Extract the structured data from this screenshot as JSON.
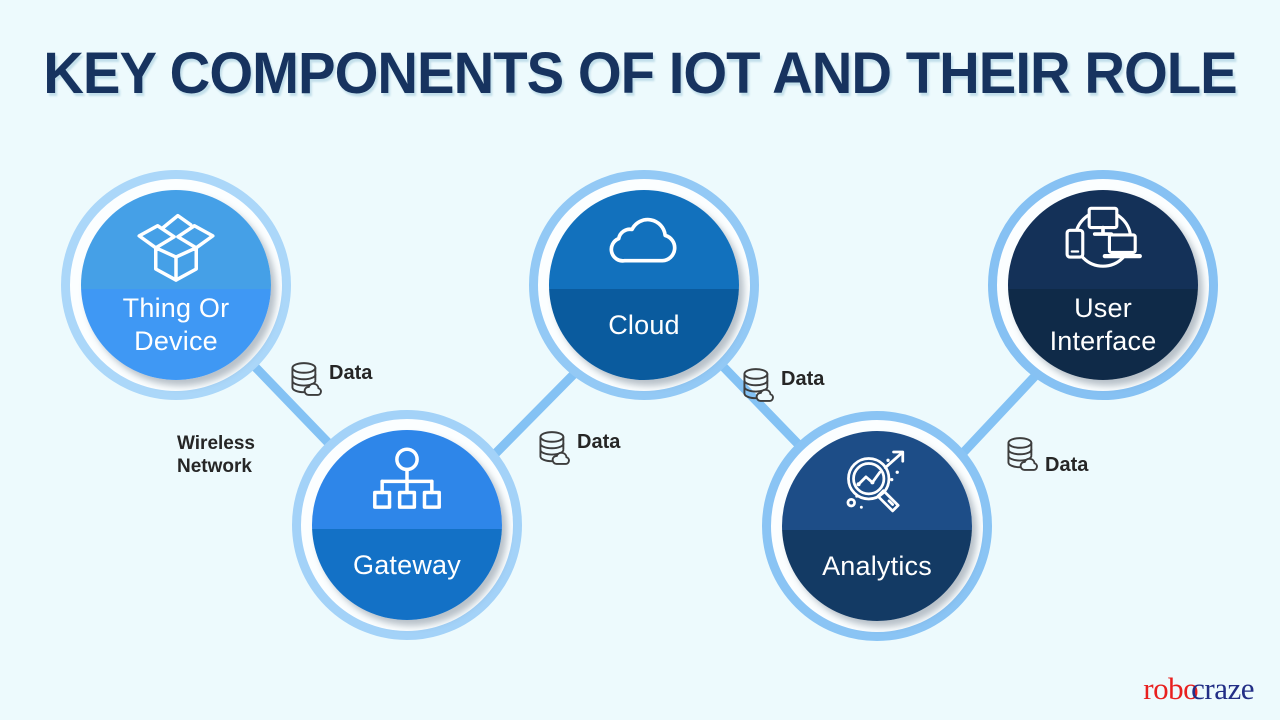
{
  "title": "KEY COMPONENTS OF IOT AND THEIR ROLE",
  "colors": {
    "background": "#edfafd",
    "title": "#17335f",
    "connector_line": "#84c2f4",
    "data_text": "#262626",
    "node_label_text": "#ffffff"
  },
  "nodes": [
    {
      "id": "thing-or-device",
      "line1": "Thing Or",
      "line2": "Device",
      "icon": "open-box-icon",
      "top_color": "#45a0e7",
      "bottom_color": "#3f98f4",
      "ring_color": "#abd7f9"
    },
    {
      "id": "gateway",
      "line1": "Gateway",
      "line2": "",
      "icon": "network-hierarchy-icon",
      "top_color": "#2e86e9",
      "bottom_color": "#1371c6",
      "ring_color": "#a3d2f8"
    },
    {
      "id": "cloud",
      "line1": "Cloud",
      "line2": "",
      "icon": "cloud-icon",
      "top_color": "#1271bd",
      "bottom_color": "#0a5b9e",
      "ring_color": "#93c9f5"
    },
    {
      "id": "analytics",
      "line1": "Analytics",
      "line2": "",
      "icon": "magnifier-chart-icon",
      "top_color": "#1d4d87",
      "bottom_color": "#133a64",
      "ring_color": "#8ac4f4"
    },
    {
      "id": "user-interface",
      "line1": "User",
      "line2": "Interface",
      "icon": "connected-devices-icon",
      "top_color": "#143158",
      "bottom_color": "#0f2a48",
      "ring_color": "#86c1f3"
    }
  ],
  "connections": [
    {
      "from": "thing-or-device",
      "to": "gateway",
      "label": "Data",
      "via": "Wireless Network"
    },
    {
      "from": "gateway",
      "to": "cloud",
      "label": "Data",
      "via": ""
    },
    {
      "from": "cloud",
      "to": "analytics",
      "label": "Data",
      "via": ""
    },
    {
      "from": "analytics",
      "to": "user-interface",
      "label": "Data",
      "via": ""
    }
  ],
  "wireless_label_line1": "Wireless",
  "wireless_label_line2": "Network",
  "logo": {
    "part1": "robo",
    "part1_color": "#e8201f",
    "part2": "craze",
    "part2_color": "#222e86"
  }
}
